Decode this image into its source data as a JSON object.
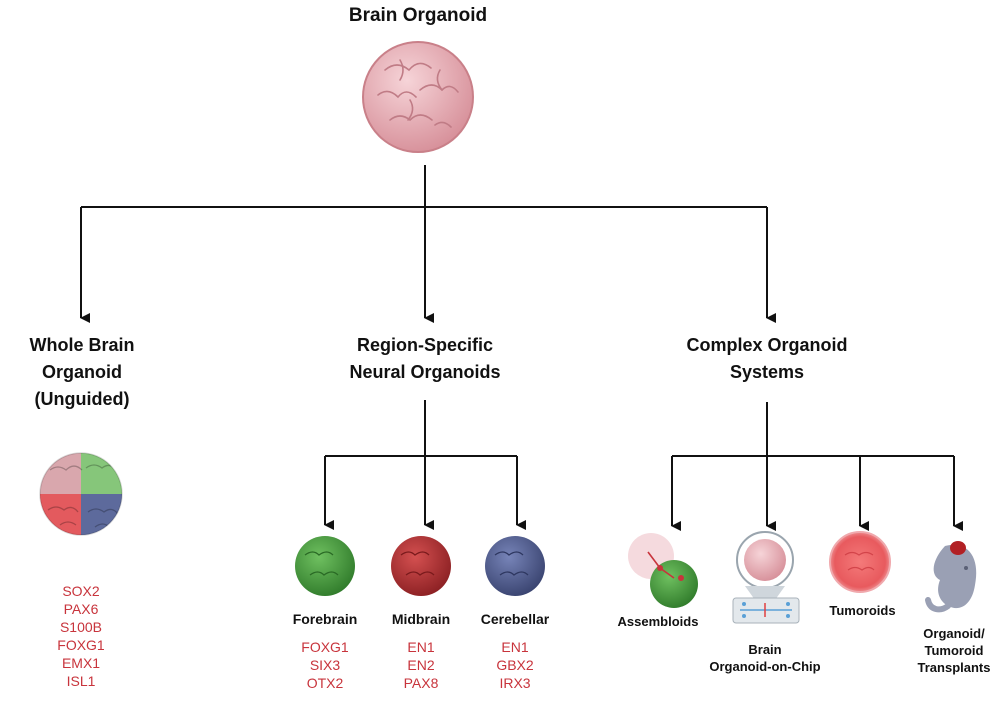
{
  "root": {
    "title": "Brain Organoid"
  },
  "categories": [
    {
      "title_lines": [
        "Whole Brain",
        "Organoid",
        "(Unguided)"
      ],
      "markers": [
        "SOX2",
        "PAX6",
        "S100B",
        "FOXG1",
        "EMX1",
        "ISL1"
      ]
    },
    {
      "title_lines": [
        "Region-Specific",
        "Neural Organoids"
      ],
      "subtypes": [
        {
          "name": "Forebrain",
          "markers": [
            "FOXG1",
            "SIX3",
            "OTX2"
          ],
          "color": "#4a9a3e"
        },
        {
          "name": "Midbrain",
          "markers": [
            "EN1",
            "EN2",
            "PAX8"
          ],
          "color": "#b03030"
        },
        {
          "name": "Cerebellar",
          "markers": [
            "EN1",
            "GBX2",
            "IRX3"
          ],
          "color": "#4d5a8c"
        }
      ]
    },
    {
      "title_lines": [
        "Complex Organoid",
        "Systems"
      ],
      "subtypes": [
        {
          "name_lines": [
            "Assembloids"
          ]
        },
        {
          "name_lines": [
            "Brain",
            "Organoid-on-Chip"
          ]
        },
        {
          "name_lines": [
            "Tumoroids"
          ]
        },
        {
          "name_lines": [
            "Organoid/",
            "Tumoroid",
            "Transplants"
          ]
        }
      ]
    }
  ],
  "colors": {
    "marker_text": "#c8343c",
    "organoid_pink": "#e8b4bb",
    "arrow": "#111111"
  }
}
